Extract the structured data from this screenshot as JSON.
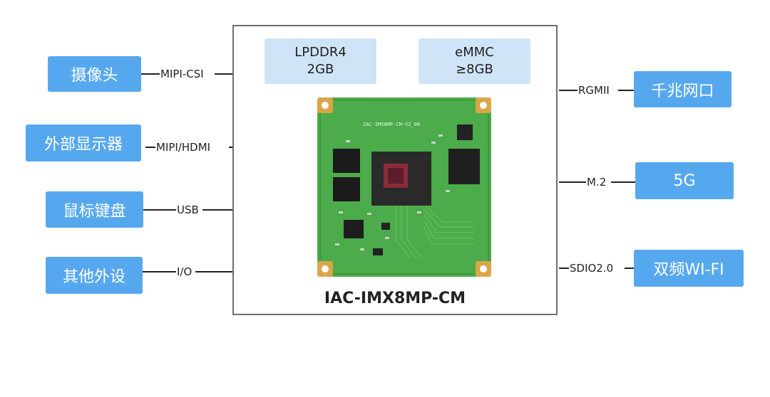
{
  "module": {
    "name": "IAC-IMX8MP-CM",
    "memory": [
      {
        "line1": "LPDDR4",
        "line2": "2GB"
      },
      {
        "line1": "eMMC",
        "line2": "≥8GB"
      }
    ],
    "board_silkscreen": "IAC-IMX8MP-CM-V2_00"
  },
  "left_peripherals": [
    {
      "label": "摄像头",
      "interface": "MIPI-CSI"
    },
    {
      "label": "外部显示器",
      "interface": "MIPI/HDMI"
    },
    {
      "label": "鼠标键盘",
      "interface": "USB"
    },
    {
      "label": "其他外设",
      "interface": "I/O"
    }
  ],
  "right_peripherals": [
    {
      "label": "千兆网口",
      "interface": "RGMII"
    },
    {
      "label": "5G",
      "interface": "M.2"
    },
    {
      "label": "双频WI-FI",
      "interface": "SDIO2.0"
    }
  ],
  "colors": {
    "peripheral_box": "#56a8ee",
    "memory_box": "#cfe4f7",
    "board_green": "#4cab4a",
    "frame": "#6f6f6f"
  }
}
